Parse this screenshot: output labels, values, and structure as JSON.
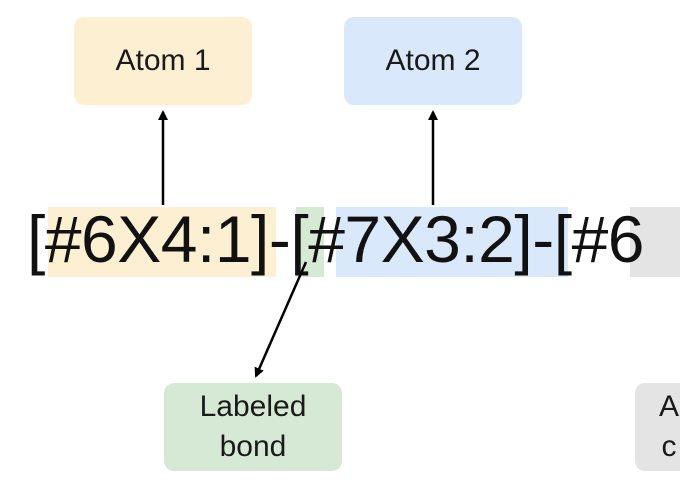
{
  "colors": {
    "atom1_fill": "#fdf0d2",
    "atom2_fill": "#dae8fb",
    "bond_fill": "#d6e9d5",
    "atom3_fill": "#e4e4e4",
    "arrow": "#000000"
  },
  "labels": {
    "atom1": "Atom 1",
    "atom2": "Atom 2",
    "bond_line1": "Labeled",
    "bond_line2": "bond",
    "partial_line1": "A",
    "partial_line2": "c"
  },
  "smarts": {
    "open1": "[",
    "atom1": "#6X4:1",
    "close1": "]",
    "bond": "-",
    "open2": "[",
    "atom2": "#7X3:2",
    "close2": "]",
    "bond2": "-",
    "open3": "[",
    "atom3": "#6"
  }
}
